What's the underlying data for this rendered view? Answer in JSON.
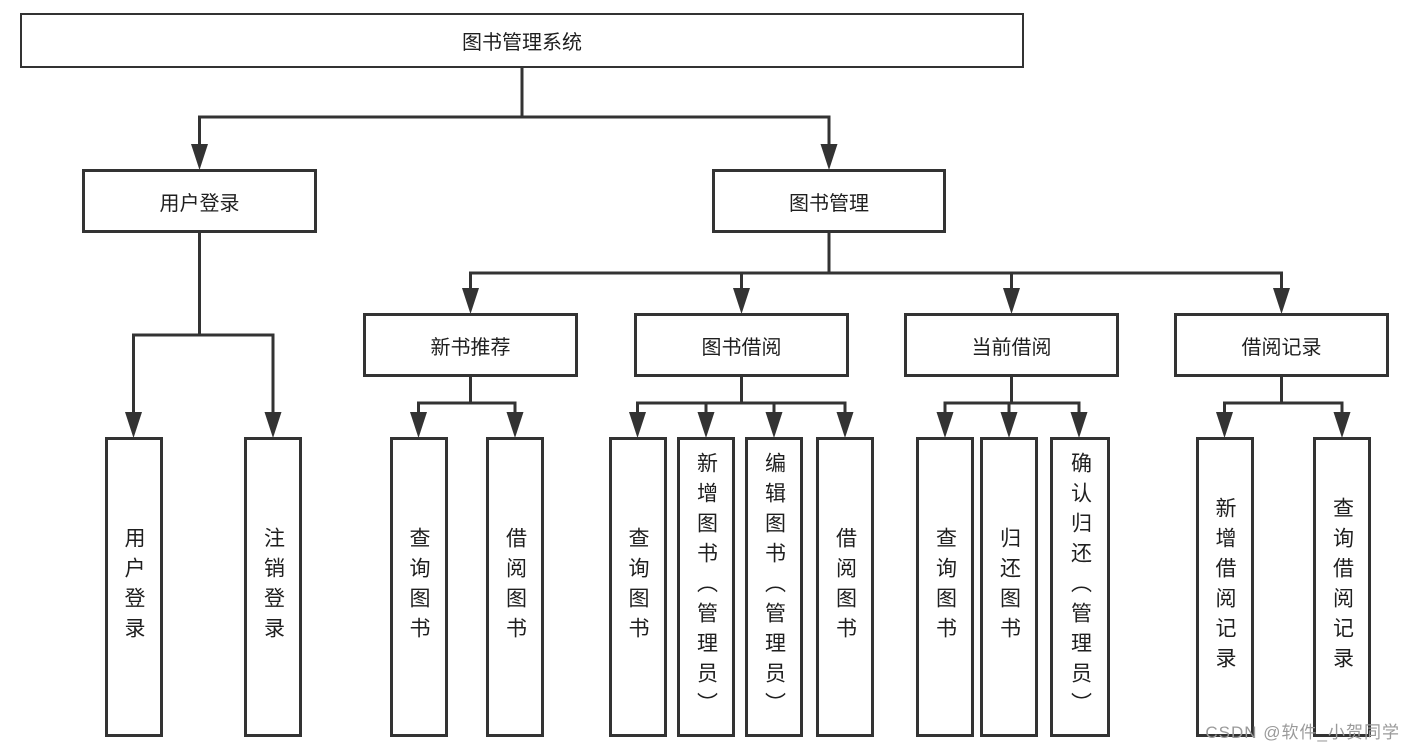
{
  "nodes": {
    "root": "图书管理系统",
    "user_login": "用户登录",
    "book_mgmt": "图书管理",
    "new_books": "新书推荐",
    "book_borrow": "图书借阅",
    "current_borrow": "当前借阅",
    "borrow_records": "借阅记录",
    "leaf_user_login": "用户登录",
    "leaf_logout": "注销登录",
    "leaf_nb_query": "查询图书",
    "leaf_nb_borrow": "借阅图书",
    "leaf_bb_query": "查询图书",
    "leaf_bb_add": "新增图书（管理员）",
    "leaf_bb_edit": "编辑图书（管理员）",
    "leaf_bb_borrow": "借阅图书",
    "leaf_cb_query": "查询图书",
    "leaf_cb_return": "归还图书",
    "leaf_cb_confirm": "确认归还（管理员）",
    "leaf_br_add": "新增借阅记录",
    "leaf_br_query": "查询借阅记录"
  },
  "hierarchy": {
    "label": "图书管理系统",
    "children": [
      {
        "label": "用户登录",
        "children": [
          {
            "label": "用户登录"
          },
          {
            "label": "注销登录"
          }
        ]
      },
      {
        "label": "图书管理",
        "children": [
          {
            "label": "新书推荐",
            "children": [
              {
                "label": "查询图书"
              },
              {
                "label": "借阅图书"
              }
            ]
          },
          {
            "label": "图书借阅",
            "children": [
              {
                "label": "查询图书"
              },
              {
                "label": "新增图书（管理员）"
              },
              {
                "label": "编辑图书（管理员）"
              },
              {
                "label": "借阅图书"
              }
            ]
          },
          {
            "label": "当前借阅",
            "children": [
              {
                "label": "查询图书"
              },
              {
                "label": "归还图书"
              },
              {
                "label": "确认归还（管理员）"
              }
            ]
          },
          {
            "label": "借阅记录",
            "children": [
              {
                "label": "新增借阅记录"
              },
              {
                "label": "查询借阅记录"
              }
            ]
          }
        ]
      }
    ]
  },
  "watermark": {
    "text": "CSDN @软件_小贺同学"
  },
  "colors": {
    "line": "#333333",
    "box_border": "#333333",
    "text": "#1f1f1f",
    "background": "#ffffff",
    "watermark": "#9a9a9a"
  }
}
